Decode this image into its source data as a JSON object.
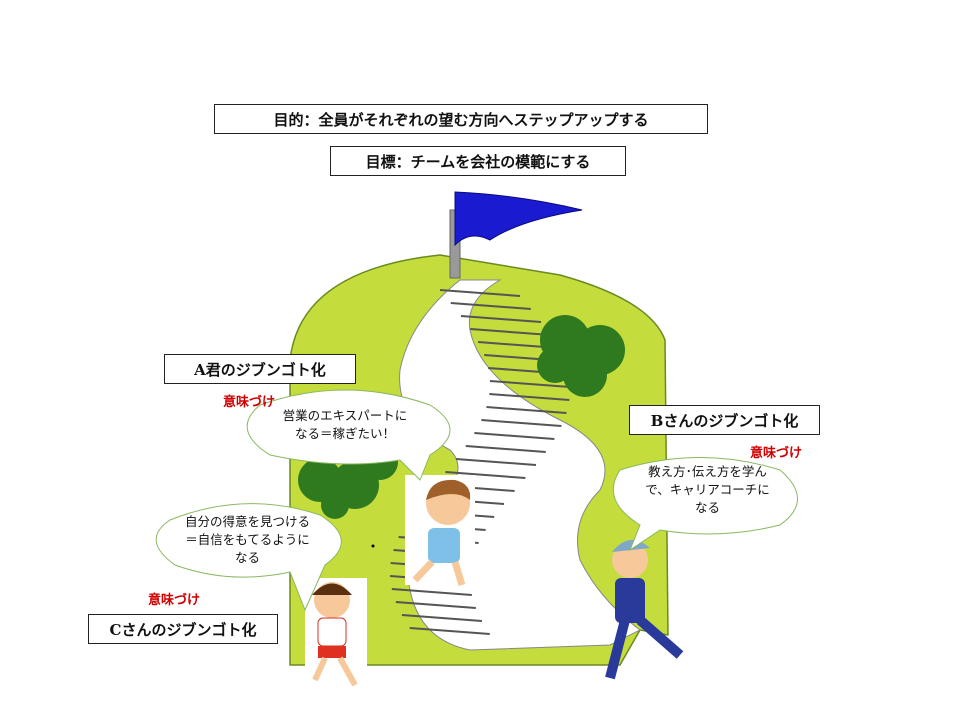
{
  "purpose": "目的：全員がそれぞれの望む方向へステップアップする",
  "goal": "目標：チームを会社の模範にする",
  "persons": {
    "a": {
      "label": "A君のジブンゴト化",
      "meaning": "意味づけ",
      "bubble": "営業のエキスパートになる＝稼ぎたい！"
    },
    "b": {
      "label": "Bさんのジブンゴト化",
      "meaning": "意味づけ",
      "bubble": "教え方･伝え方を学んで、キャリアコーチになる"
    },
    "c": {
      "label": "Cさんのジブンゴト化",
      "meaning": "意味づけ",
      "bubble": "自分の得意を見つける＝自信をもてるようになる"
    }
  },
  "colors": {
    "hill": "#c4dc3c",
    "flag": "#1a1ad0",
    "meaning": "#d00000",
    "tree": "#2f7a1e"
  }
}
